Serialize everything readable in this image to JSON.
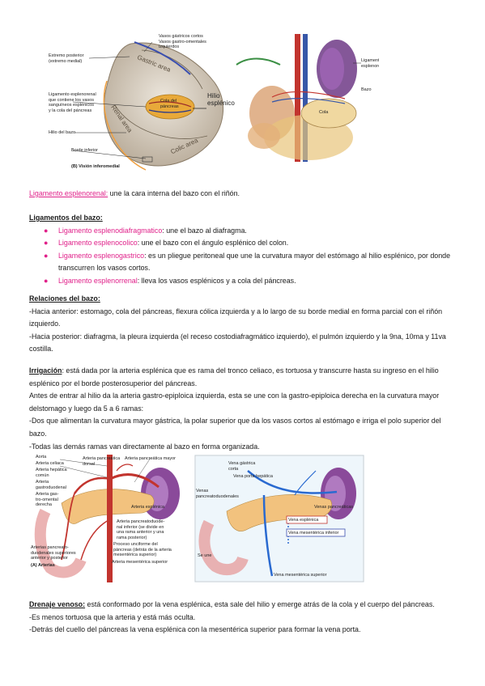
{
  "figure_spleen": {
    "labels": {
      "vasos": "Vasos gástricos cortos\nVasos gastro-omentales\nizquierdos",
      "extremo": "Extremo posterior\n(extremo medial)",
      "hilio": "Hilio\nesplénico.",
      "ligamento": "Ligamento esplenorenal\nque contiene los vasos\nsanguíneos esplénicos\ny la cola del páncreas",
      "hilio_bazo": "Hilio del bazo",
      "borde": "Borde inferior",
      "vision": "(B) Visión inferomedial",
      "gastric": "Gastric area",
      "renal": "Renal area",
      "colic": "Colic area",
      "cola": "Cola del\npáncreas"
    }
  },
  "figure_abdomen": {
    "labels": {
      "ligamento": "Ligamento\nesplenorenal",
      "bazo": "Bazo",
      "cola": "Cola"
    }
  },
  "section1": {
    "title": "Ligamento esplenorenal:",
    "text": " une la cara interna del bazo con el riñón."
  },
  "ligamentos": {
    "title": "Ligamentos del bazo:",
    "items": [
      {
        "name": "Ligamento esplenodiafragmatico",
        "text": ": une el bazo al diafragma."
      },
      {
        "name": "Ligamento esplenocolico",
        "text": ": une el bazo con el ángulo esplénico del colon."
      },
      {
        "name": "Ligamento esplenogastrico",
        "text": ": es un pliegue peritoneal que une la curvatura mayor del estómago al hilio esplénico, por donde transcurren los vasos cortos."
      },
      {
        "name": "Ligamento esplenorrenal",
        "text": ": lleva los vasos esplénicos y a cola del páncreas."
      }
    ]
  },
  "relaciones": {
    "title": "Relaciones del bazo:",
    "anterior": "-Hacia anterior: estomago, cola del páncreas, flexura cólica izquierda y a lo largo de su borde medial en forma parcial con el riñón izquierdo.",
    "posterior": "-Hacia posterior: diafragma, la pleura izquierda (el receso costodiafragmático izquierdo), el pulmón izquierdo y la 9na, 10ma y 11va costilla."
  },
  "irrigacion": {
    "title": "Irrigación",
    "p1": ": está dada por la arteria esplénica que es rama del tronco celiaco, es tortuosa y transcurre hasta su ingreso en el hilio esplénico por el borde posterosuperior del páncreas.",
    "p2": "Antes de entrar al hilio da la arteria gastro-epiploica izquierda, esta se une con la gastro-epiploica derecha en la curvatura mayor delstomago y luego da 5 a 6 ramas:",
    "p3": "-Dos que alimentan la curvatura mayor gástrica, la polar superior que da los vasos cortos al estómago e irriga el polo superior del bazo.",
    "p4": "-Todas las demás ramas van directamente al bazo en forma organizada."
  },
  "figure_arteries": {
    "labels": {
      "aorta": "Aorta",
      "celiaca": "Arteria celiaca",
      "hepatica": "Arteria hepática\ncomún",
      "gastroduodenal": "Arteria\ngastroduodenal",
      "gastro_omental": "Arteria gas-\ntro-omental\nderecha",
      "pancreatica_dorsal": "Arteria pancreática\ndorsal",
      "pancreatica_mayor": "Arteria pancreática mayor",
      "esplenica": "Arteria esplénica",
      "pd_inferior": "Arteria pancreatoduode-\nnal inferior (se divide en\nuna rama anterior y una\nrama posterior)",
      "proceso": "Proceso unciforme del\npáncreas (detrás de la arteria\nmesentérica superior)",
      "pd_superiores": "Arterias pancreato-\nduodenales superiores\nanterior y posterior",
      "mesenterica": "Arteria mesentérica superior",
      "caption": "(A) Arterias"
    }
  },
  "figure_veins": {
    "labels": {
      "gastrica_corta": "Vena gástrica\ncorta",
      "porta": "Vena porta hepática",
      "pancreatoduodenales": "Venas\npancreatoduodenales",
      "pancreaticas": "Venas pancreáticas",
      "esplenica": "Vena esplénica",
      "mesenterica_inferior": "Vena mesentérica inferior",
      "se_une": "Se une",
      "mesenterica_superior": "Vena mesentérica superior"
    }
  },
  "drenaje": {
    "title": "Drenaje venoso:",
    "p1": " está conformado por la vena esplénica, esta sale del hilio y emerge atrás de la cola y el cuerpo del páncreas.",
    "p2": "-Es menos tortuosa que la arteria y está más oculta.",
    "p3": "-Detrás del cuello del páncreas la vena esplénica con la mesentérica superior para formar la vena porta."
  }
}
